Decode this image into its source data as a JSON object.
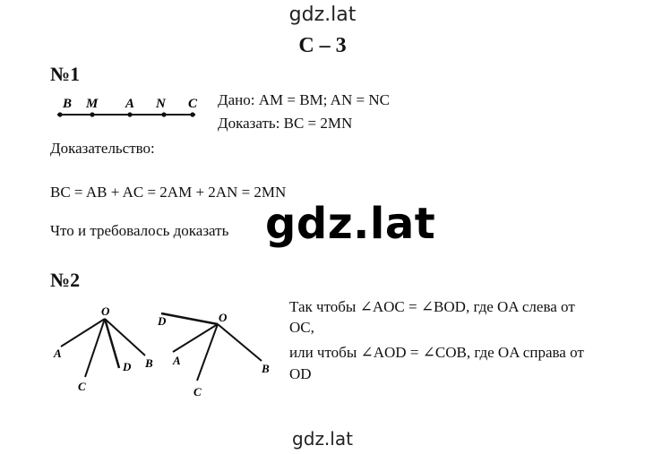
{
  "watermark": {
    "top": "gdz.lat",
    "middle": "gdz.lat",
    "bottom": "gdz.lat"
  },
  "heading": "С – 3",
  "task1": {
    "number": "№1",
    "points": [
      "B",
      "M",
      "A",
      "N",
      "C"
    ],
    "given": "Дано: AM = BM; AN = NC",
    "prove": "Доказать: BC = 2MN",
    "proof_label": "Доказательство:",
    "equation": "BC = AB + AC = 2AM + 2AN = 2MN",
    "conclusion": "Что и требовалось доказать"
  },
  "task2": {
    "number": "№2",
    "figure1_labels": {
      "O": "O",
      "A": "A",
      "C": "C",
      "D": "D",
      "B": "B"
    },
    "figure2_labels": {
      "D": "D",
      "O": "O",
      "A": "A",
      "C": "C",
      "B": "B"
    },
    "text_line1": "Так чтобы ∠AOC = ∠BOD, где OA слева от",
    "text_line2": "OC,",
    "text_line3": "или чтобы ∠AOD = ∠COB, где OA справа от",
    "text_line4": "OD"
  }
}
